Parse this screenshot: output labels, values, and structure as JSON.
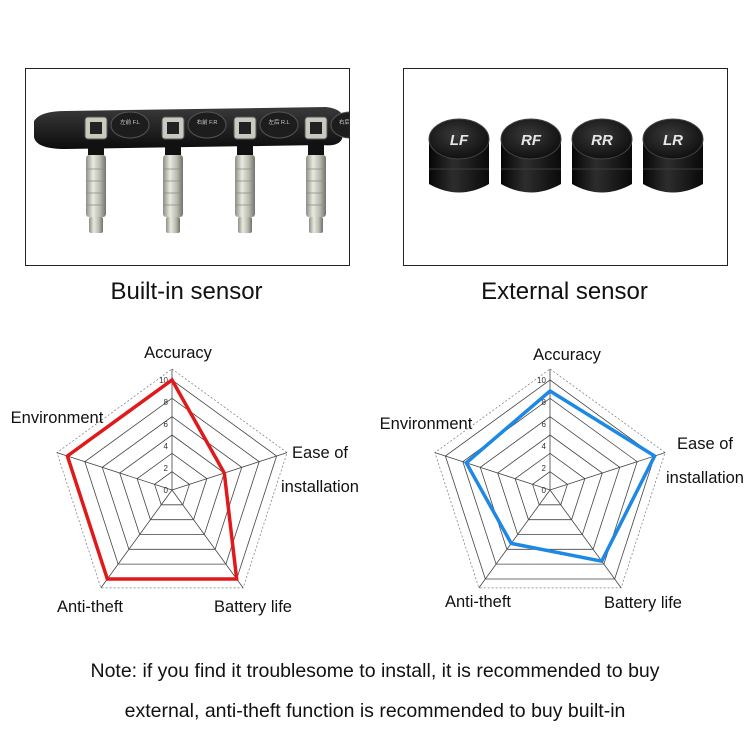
{
  "products": {
    "built_in": {
      "caption": "Built-in sensor",
      "tags": [
        "左前 F.L",
        "右前 F.R",
        "左后 R.L",
        "右后 R.R"
      ]
    },
    "external": {
      "caption": "External sensor",
      "caps": [
        "LF",
        "RF",
        "RR",
        "LR"
      ]
    }
  },
  "note": {
    "line1": "Note: if you find it troublesome to install, it is recommended to buy",
    "line2": "external, anti-theft function is recommended to buy built-in"
  },
  "chart_data": [
    {
      "type": "radar",
      "axes": [
        "Accuracy",
        "Ease of installation",
        "Battery life",
        "Anti-theft",
        "Environment"
      ],
      "axis_label_lines": [
        [
          "Accuracy"
        ],
        [
          "Ease of",
          "installation"
        ],
        [
          "Battery life"
        ],
        [
          "Anti-theft"
        ],
        [
          "Environment"
        ]
      ],
      "ticks": [
        0,
        2,
        4,
        6,
        8,
        10
      ],
      "range": [
        0,
        10
      ],
      "series": [
        {
          "values": [
            10,
            5,
            10,
            10,
            10
          ],
          "color": "#e01a1a"
        }
      ]
    },
    {
      "type": "radar",
      "axes": [
        "Accuracy",
        "Ease of installation",
        "Battery life",
        "Anti-theft",
        "Environment"
      ],
      "axis_label_lines": [
        [
          "Accuracy"
        ],
        [
          "Ease of",
          "installation"
        ],
        [
          "Battery life"
        ],
        [
          "Anti-theft"
        ],
        [
          "Environment"
        ]
      ],
      "ticks": [
        0,
        2,
        4,
        6,
        8,
        10
      ],
      "range": [
        0,
        10
      ],
      "series": [
        {
          "values": [
            9,
            10,
            8,
            6,
            8
          ],
          "color": "#1e88e5"
        }
      ]
    }
  ]
}
